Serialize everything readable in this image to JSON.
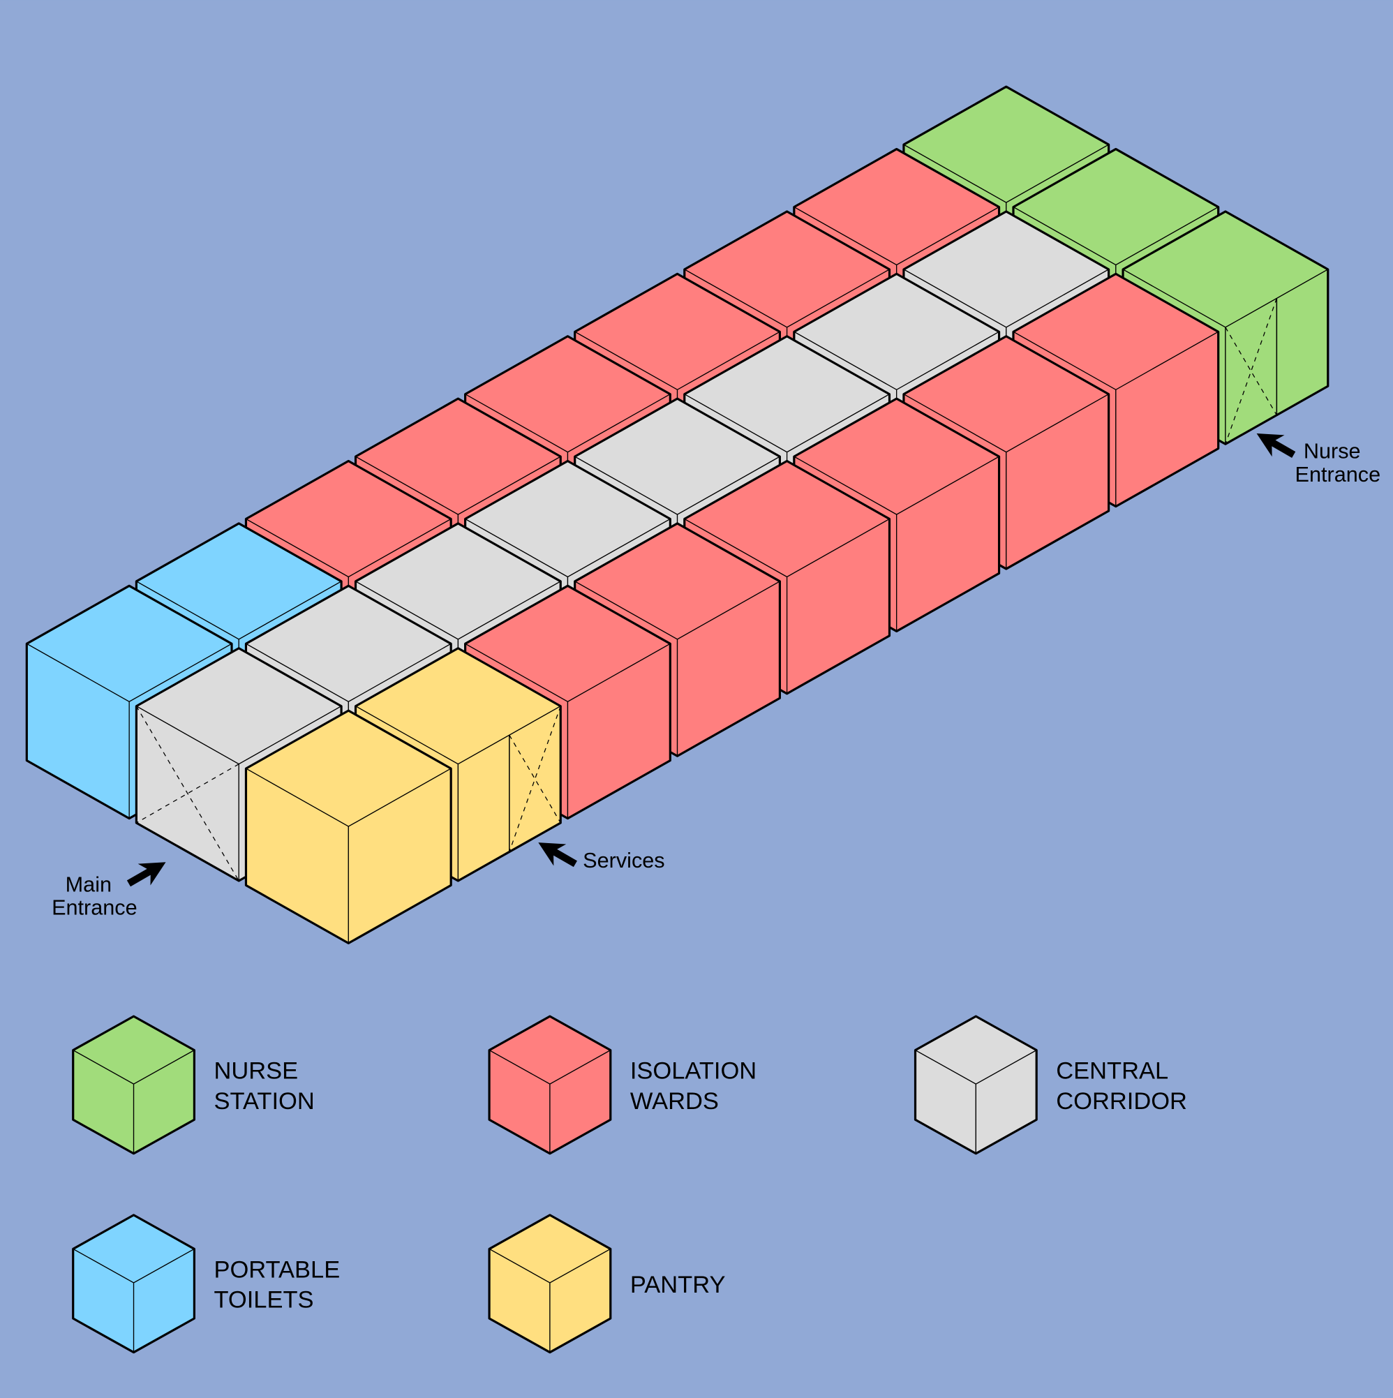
{
  "colors": {
    "background": "#91A9D6",
    "nurse_station": "#A1DC7B",
    "isolation_wards": "#FF7F7F",
    "central_corridor": "#DCDCDC",
    "portable_toilets": "#7FD4FF",
    "pantry": "#FFDF80"
  },
  "layout_grid": {
    "rows": [
      [
        "portable_toilets",
        "portable_toilets",
        "isolation_wards",
        "isolation_wards",
        "isolation_wards",
        "isolation_wards",
        "isolation_wards",
        "isolation_wards",
        "nurse_station"
      ],
      [
        "central_corridor",
        "central_corridor",
        "central_corridor",
        "central_corridor",
        "central_corridor",
        "central_corridor",
        "central_corridor",
        "central_corridor",
        "nurse_station"
      ],
      [
        "pantry",
        "pantry",
        "isolation_wards",
        "isolation_wards",
        "isolation_wards",
        "isolation_wards",
        "isolation_wards",
        "isolation_wards",
        "nurse_station"
      ]
    ],
    "doors": [
      {
        "row": 1,
        "col": 0,
        "face": "left"
      },
      {
        "row": 2,
        "col": 1,
        "face": "right-far"
      },
      {
        "row": 2,
        "col": 8,
        "face": "right-near"
      }
    ]
  },
  "annotations": {
    "main_entrance": [
      "Main",
      "Entrance"
    ],
    "services": "Services",
    "nurse_entrance": [
      "Nurse",
      "Entrance"
    ]
  },
  "legend": [
    {
      "key": "nurse_station",
      "lines": [
        "NURSE",
        "STATION"
      ]
    },
    {
      "key": "isolation_wards",
      "lines": [
        "ISOLATION",
        "WARDS"
      ]
    },
    {
      "key": "central_corridor",
      "lines": [
        "CENTRAL",
        "CORRIDOR"
      ]
    },
    {
      "key": "portable_toilets",
      "lines": [
        "PORTABLE",
        "TOILETS"
      ]
    },
    {
      "key": "pantry",
      "lines": [
        "PANTRY"
      ]
    }
  ]
}
